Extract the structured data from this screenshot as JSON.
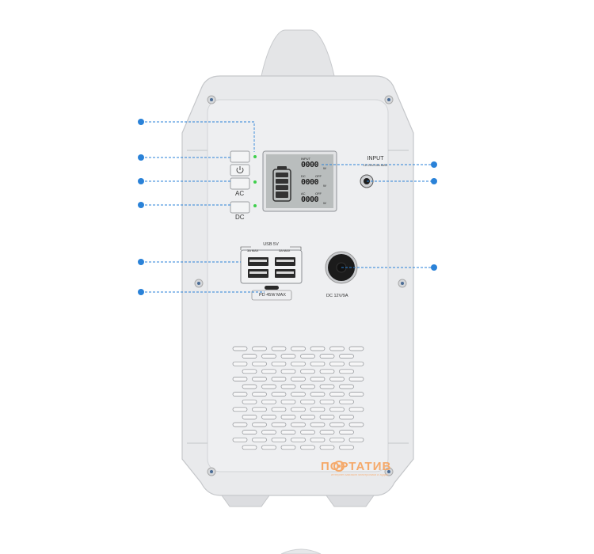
{
  "device": {
    "labels": {
      "ac": "AC",
      "dc": "DC",
      "input": "INPUT",
      "input_spec": "12-25V/10A MAX",
      "usb": "USB 5V",
      "usb_left_max": "3A MAX",
      "usb_right_max": "3A MAX",
      "pd": "PD 45W MAX",
      "dc_output": "DC 12V/9A"
    },
    "lcd": {
      "row1_label": "INPUT",
      "row1_value": "0000",
      "row1_unit": "W",
      "row2_label": "DC",
      "row2_state": "OFF",
      "row2_value": "0000",
      "row2_unit": "W",
      "row3_label": "AC",
      "row3_state": "OFF",
      "row3_value": "0000",
      "row3_unit": "W"
    },
    "colors": {
      "body": "#e9eaec",
      "edge": "#c9cbce",
      "callout": "#2a82d8",
      "led": "#3ecf4c",
      "lcd": "#b9bdbd"
    }
  },
  "watermark": {
    "brand": "ПОРТАТИВ",
    "slogan": "интернет-магазин электроники и аудио"
  }
}
